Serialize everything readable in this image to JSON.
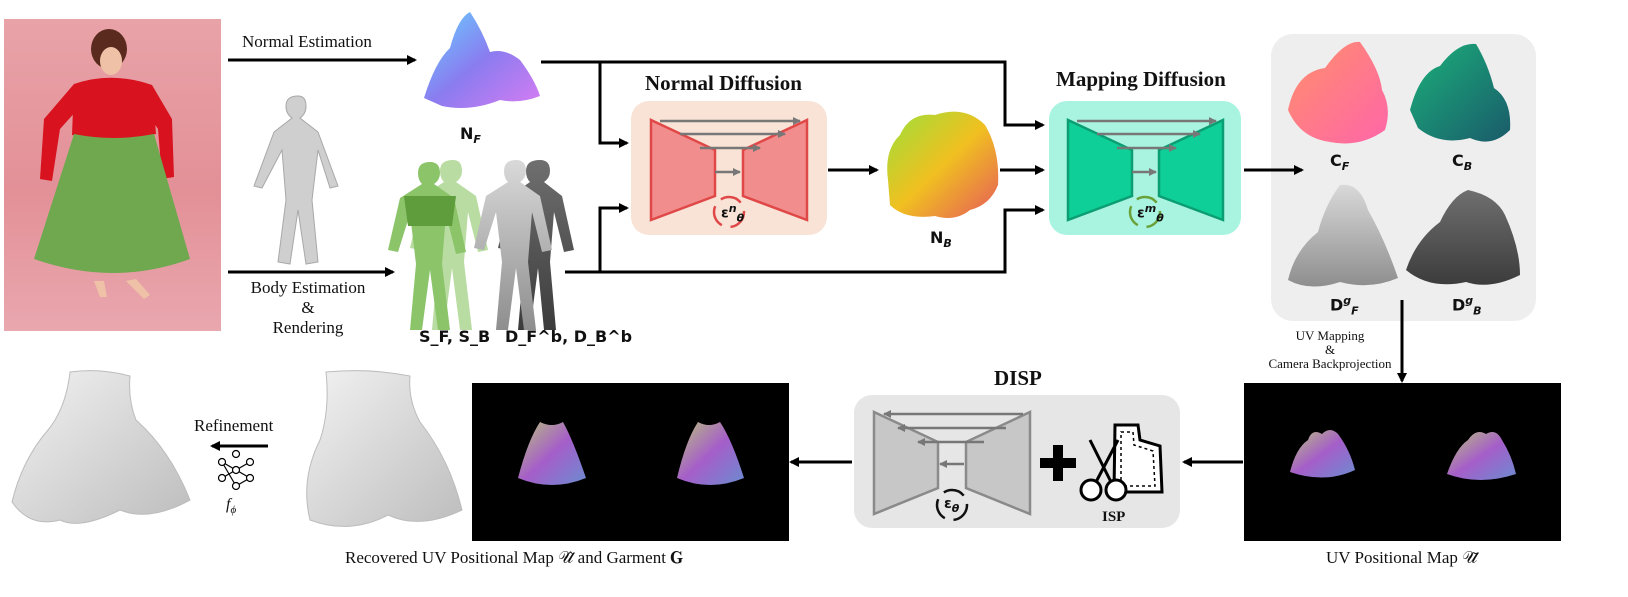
{
  "labels": {
    "normal_estimation": "Normal Estimation",
    "body_estimation_l1": "Body Estimation",
    "body_estimation_l2": "&",
    "body_estimation_l3": "Rendering",
    "normal_diffusion": "Normal Diffusion",
    "mapping_diffusion": "Mapping Diffusion",
    "disp": "DISP",
    "isp": "ISP",
    "refinement": "Refinement",
    "uv_mapping_l1": "UV Mapping",
    "uv_mapping_l2": "&",
    "uv_mapping_l3": "Camera Backprojection",
    "recovered_caption": "Recovered UV Positional Map 𝒰̂ and Garment 𝐆",
    "uv_caption": "UV Positional Map 𝒰̃"
  },
  "symbols": {
    "nf": "N",
    "nf_sub": "F",
    "nb": "N",
    "nb_sub": "B",
    "sfsb": "S_F, S_B",
    "dfdb": "D_F^b, D_B^b",
    "cf": "C",
    "cf_sub": "F",
    "cb": "C",
    "cb_sub": "B",
    "dfg": "D",
    "dfg_sub": "F",
    "dfg_sup": "g",
    "dbg": "D",
    "dbg_sub": "B",
    "dbg_sup": "g",
    "eps_n": "ε",
    "eps_n_sup": "n",
    "eps_n_sub": "θ",
    "eps_m": "ε",
    "eps_m_sup": "m",
    "eps_m_sub": "θ",
    "eps": "ε",
    "eps_sub": "θ",
    "f_phi": "f",
    "f_phi_sub": "ϕ"
  },
  "colors": {
    "normal_panel": "#f8e3d6",
    "normal_net": "#f28d8d",
    "mapping_panel": "#a9f4e0",
    "mapping_net": "#0fcf98",
    "disp_panel": "#e6e6e6",
    "disp_net": "#c7c7c7",
    "output_panel": "#eeeeee"
  }
}
